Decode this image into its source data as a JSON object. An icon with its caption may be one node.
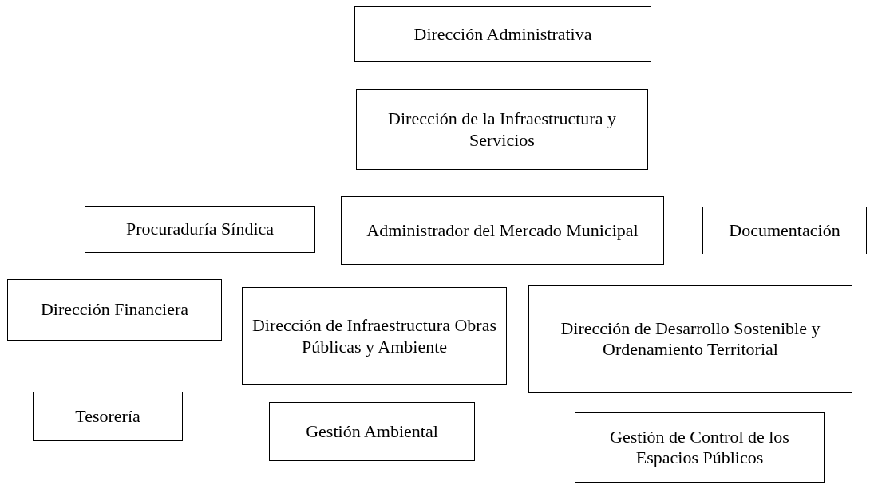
{
  "diagram": {
    "nodes": [
      {
        "text": [
          "Dirección Administrativa"
        ]
      },
      {
        "text": [
          "Dirección de la Infraestructura y Servicios"
        ]
      },
      {
        "text": [
          "Procuraduría Síndica"
        ]
      },
      {
        "text": [
          "Administrador del Mercado Municipal"
        ]
      },
      {
        "text": [
          "Documentación"
        ]
      },
      {
        "text": [
          "Dirección Financiera"
        ]
      },
      {
        "text": [
          "Dirección de Infraestructura Obras Públicas y Ambiente"
        ]
      },
      {
        "text": [
          "Dirección de Desarrollo Sostenible y Ordenamiento Territorial"
        ]
      },
      {
        "text": [
          "Tesorería"
        ]
      },
      {
        "text": [
          "Gestión Ambiental"
        ]
      },
      {
        "text": [
          "Gestión de Control de los Espacios Públicos"
        ]
      }
    ]
  }
}
